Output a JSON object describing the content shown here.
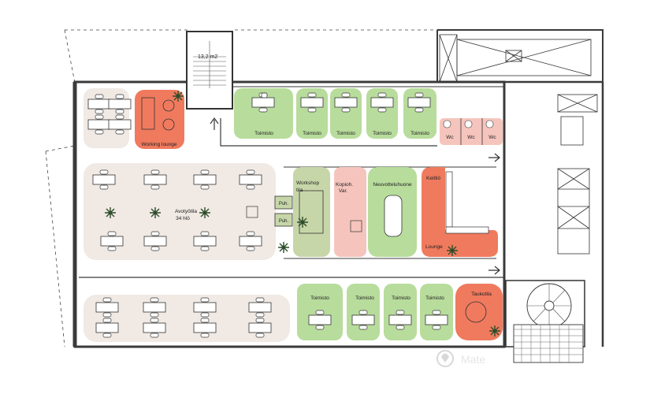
{
  "colors": {
    "green": "#b8dc9c",
    "orange": "#f07a5e",
    "pink": "#f5c5bd",
    "beige": "#f0e9e4",
    "olive": "#c7d6a8",
    "wall": "#3a3a3a"
  },
  "labels": {
    "working_lounge": "Working lounge",
    "toimisto": "Toimisto",
    "wc": "Wc",
    "avotyotila_1": "Avotyötila",
    "avotyotila_2": "34 hlö",
    "workshop_1": "Workshop",
    "workshop_2": "tila",
    "kopio_1": "Kopioh.",
    "kopio_2": "Var.",
    "neuvottelu": "Neuvotteluhuone",
    "keittio": "Keittiö",
    "lounge": "Lounge",
    "puh": "Puh.",
    "taukotila": "Taukotila",
    "stair_area": "13,2 m2",
    "watermark": "Mate"
  },
  "icons": [
    "arrow-up-icon",
    "arrow-right-icon",
    "plant-icon",
    "location-pin-icon"
  ]
}
